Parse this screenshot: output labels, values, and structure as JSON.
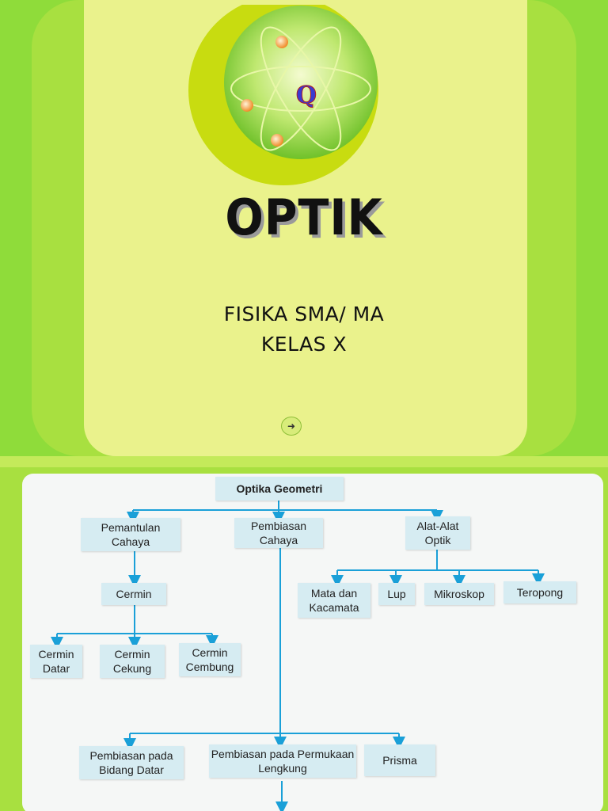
{
  "slide1": {
    "logo_letter": "Q",
    "title": "OPTIK",
    "subtitle_line1": "FISIKA SMA/ MA",
    "subtitle_line2": "KELAS X",
    "next_icon": "arrow-right-icon",
    "colors": {
      "outer": "#8fdc3a",
      "panel": "#eaf28c",
      "moon": "#c8dc10"
    }
  },
  "slide2": {
    "root": "Optika Geometri",
    "pemantulan": "Pemantulan Cahaya",
    "pembiasan": "Pembiasan Cahaya",
    "alat": "Alat-Alat Optik",
    "cermin": "Cermin",
    "cermin_datar": "Cermin Datar",
    "cermin_cekung": "Cermin Cekung",
    "cermin_cembung": "Cermin Cembung",
    "mata": "Mata dan Kacamata",
    "lup": "Lup",
    "mikroskop": "Mikroskop",
    "teropong": "Teropong",
    "bidang_datar": "Pembiasan pada Bidang Datar",
    "permukaan_lengkung": "Pembiasan pada Permukaan Lengkung",
    "prisma": "Prisma",
    "colors": {
      "node": "#d6ecf2",
      "line": "#1aa0d8"
    }
  }
}
